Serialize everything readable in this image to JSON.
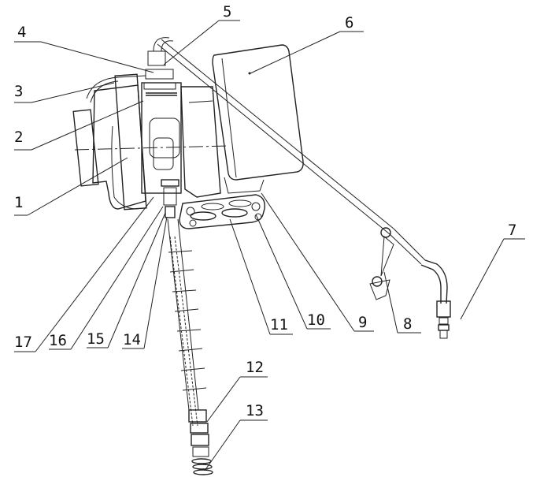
{
  "diagram": {
    "type": "mechanical assembly drawing",
    "callouts": [
      {
        "label": "1"
      },
      {
        "label": "2"
      },
      {
        "label": "3"
      },
      {
        "label": "4"
      },
      {
        "label": "5"
      },
      {
        "label": "6"
      },
      {
        "label": "7"
      },
      {
        "label": "8"
      },
      {
        "label": "9"
      },
      {
        "label": "10"
      },
      {
        "label": "11"
      },
      {
        "label": "12"
      },
      {
        "label": "13"
      },
      {
        "label": "14"
      },
      {
        "label": "15"
      },
      {
        "label": "16"
      },
      {
        "label": "17"
      }
    ],
    "line_color": "#222222",
    "background": "#ffffff"
  }
}
